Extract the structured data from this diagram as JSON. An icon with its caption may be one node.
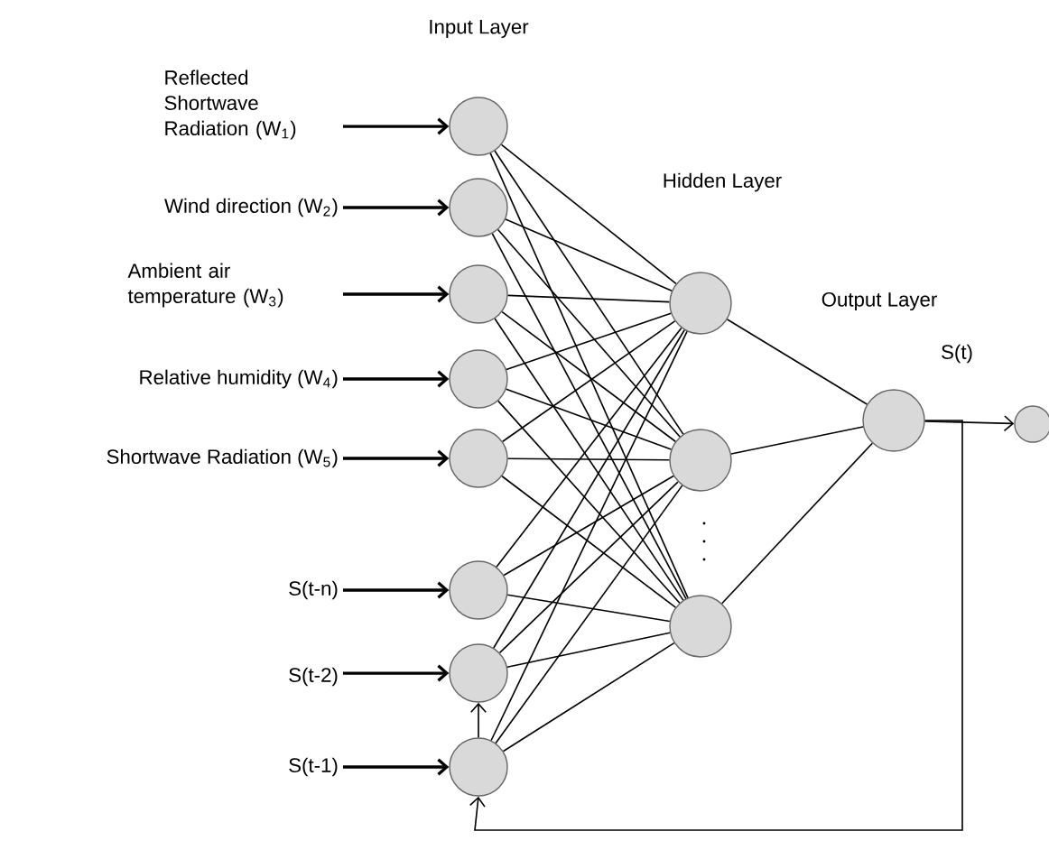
{
  "diagram": {
    "nodes": [
      {
        "text": [
          "Reflected Shortwave Radiation (W$_{1}$)"
        ]
      },
      {
        "text": [
          "Wind direction (W$_{2}$)"
        ]
      },
      {
        "text": [
          "Ambient air temperature (W$_{3}$)"
        ]
      },
      {
        "text": [
          "Relative humidity (W$_{4}$)"
        ]
      },
      {
        "text": [
          "Shortwave Radiation (W$_{5}$)"
        ]
      },
      {
        "text": [
          "S(t-n)"
        ]
      },
      {
        "text": [
          "S(t-2)"
        ]
      },
      {
        "text": [
          "S(t-1)"
        ]
      },
      {
        "text": [],
        "shape": "circle"
      },
      {
        "text": [],
        "shape": "circle"
      },
      {
        "text": [],
        "shape": "circle"
      },
      {
        "text": [],
        "shape": "circle"
      },
      {
        "text": [],
        "shape": "circle"
      },
      {
        "text": [],
        "shape": "circle"
      },
      {
        "text": [],
        "shape": "circle"
      },
      {
        "text": [],
        "shape": "circle"
      },
      {
        "text": [],
        "shape": "circle"
      },
      {
        "text": [],
        "shape": "circle"
      },
      {
        "text": [],
        "shape": "circle"
      },
      {
        "text": [],
        "shape": "circle"
      },
      {
        "text": [],
        "shape": "circle"
      }
    ],
    "edges": [
      {
        "from": 0,
        "to": 8,
        "arrow": "to"
      },
      {
        "from": 1,
        "to": 9,
        "arrow": "to"
      },
      {
        "from": 2,
        "to": 10,
        "arrow": "to"
      },
      {
        "from": 3,
        "to": 11,
        "arrow": "to"
      },
      {
        "from": 4,
        "to": 12,
        "arrow": "to"
      },
      {
        "from": 5,
        "to": 13,
        "arrow": "to"
      },
      {
        "from": 6,
        "to": 14,
        "arrow": "to"
      },
      {
        "from": 7,
        "to": 15,
        "arrow": "to"
      },
      {
        "from": 8,
        "to": 16,
        "arrow": "none"
      },
      {
        "from": 8,
        "to": 17,
        "arrow": "none"
      },
      {
        "from": 8,
        "to": 18,
        "arrow": "none"
      },
      {
        "from": 9,
        "to": 16,
        "arrow": "none"
      },
      {
        "from": 9,
        "to": 17,
        "arrow": "none"
      },
      {
        "from": 9,
        "to": 18,
        "arrow": "none"
      },
      {
        "from": 10,
        "to": 16,
        "arrow": "none"
      },
      {
        "from": 10,
        "to": 17,
        "arrow": "none"
      },
      {
        "from": 10,
        "to": 18,
        "arrow": "none"
      },
      {
        "from": 11,
        "to": 16,
        "arrow": "none"
      },
      {
        "from": 11,
        "to": 17,
        "arrow": "none"
      },
      {
        "from": 11,
        "to": 18,
        "arrow": "none"
      },
      {
        "from": 12,
        "to": 16,
        "arrow": "none"
      },
      {
        "from": 12,
        "to": 17,
        "arrow": "none"
      },
      {
        "from": 12,
        "to": 18,
        "arrow": "none"
      },
      {
        "from": 13,
        "to": 16,
        "arrow": "none"
      },
      {
        "from": 13,
        "to": 17,
        "arrow": "none"
      },
      {
        "from": 13,
        "to": 18,
        "arrow": "none"
      },
      {
        "from": 14,
        "to": 16,
        "arrow": "none"
      },
      {
        "from": 14,
        "to": 17,
        "arrow": "none"
      },
      {
        "from": 14,
        "to": 18,
        "arrow": "none"
      },
      {
        "from": 15,
        "to": 16,
        "arrow": "none"
      },
      {
        "from": 15,
        "to": 17,
        "arrow": "none"
      },
      {
        "from": 15,
        "to": 18,
        "arrow": "none"
      },
      {
        "from": 16,
        "to": 19,
        "arrow": "none"
      },
      {
        "from": 17,
        "to": 19,
        "arrow": "none"
      },
      {
        "from": 18,
        "to": 19,
        "arrow": "none"
      },
      {
        "from": 19,
        "to": 20,
        "arrow": "to",
        "label": "S(t)"
      },
      {
        "from": 19,
        "to": 15,
        "arrow": "to"
      },
      {
        "from": 15,
        "to": 14,
        "arrow": "to"
      }
    ],
    "labels": [
      "Input Layer",
      "Hidden Layer",
      "Output Layer"
    ]
  }
}
